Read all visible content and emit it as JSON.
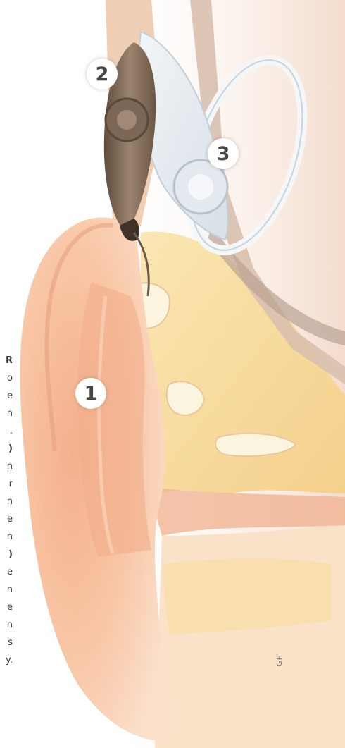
{
  "callouts": [
    {
      "number": "1",
      "meaning": "ear"
    },
    {
      "number": "2",
      "meaning": "sound processor"
    },
    {
      "number": "3",
      "meaning": "transmitter coil"
    }
  ],
  "credit": "GF",
  "margin_fragments": [
    "R",
    "o",
    "e",
    "n",
    ".",
    ")",
    "n",
    "r",
    "n",
    "e",
    "n",
    ")",
    "e",
    "n",
    "e",
    "n",
    "s",
    "y."
  ],
  "colors": {
    "skin": "#f7c6a2",
    "skin_shadow": "#e9a07e",
    "fat": "#f8dca0",
    "bone": "#fbf3d8",
    "device": "#8a735f",
    "coil": "#e8eef3"
  }
}
